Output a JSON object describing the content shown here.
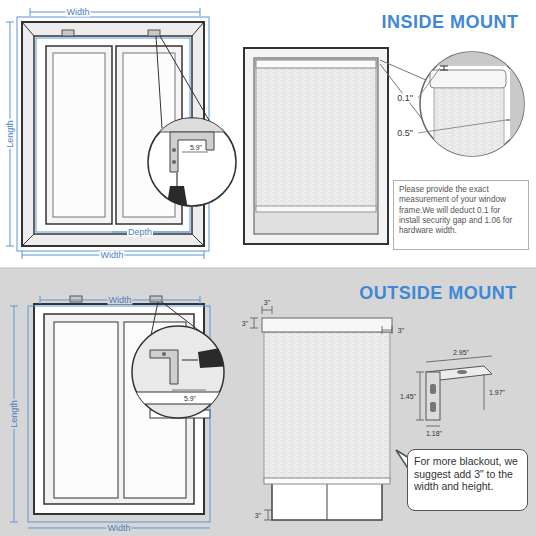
{
  "diagram": {
    "nodes": [
      {
        "text": [
          "Please provide the exact measurement of your window frame.We will deduct 0.1 for install security gap and 1.06 for hardware width."
        ]
      },
      {
        "text": [
          "For more blackout, we suggest add 3\" to the width and height."
        ]
      }
    ],
    "labels": [
      "INSIDE MOUNT",
      "Width",
      "Length",
      "5.9\"",
      "Depth",
      "Width",
      "0.1\"",
      "0.5\"",
      "OUTSIDE MOUNT",
      "Width",
      "Length",
      "5.9\"",
      "Width",
      "3\"",
      "3\"",
      "3\"",
      "2.95\"",
      "1.45\"",
      "1.97\"",
      "1.18\"",
      "3\""
    ]
  }
}
